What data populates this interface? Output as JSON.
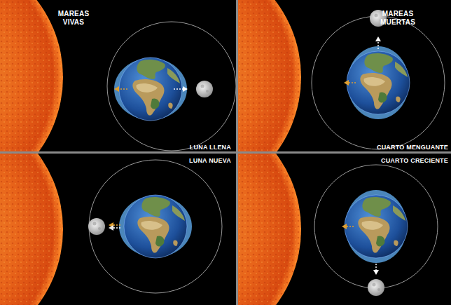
{
  "diagram": {
    "labels": [
      "MAREAS VIVAS",
      "MAREAS MUERTAS",
      "LUNA LLENA",
      "CUARTO MENGUANTE",
      "LUNA NUEVA",
      "CUARTO CRECIENTE"
    ]
  }
}
